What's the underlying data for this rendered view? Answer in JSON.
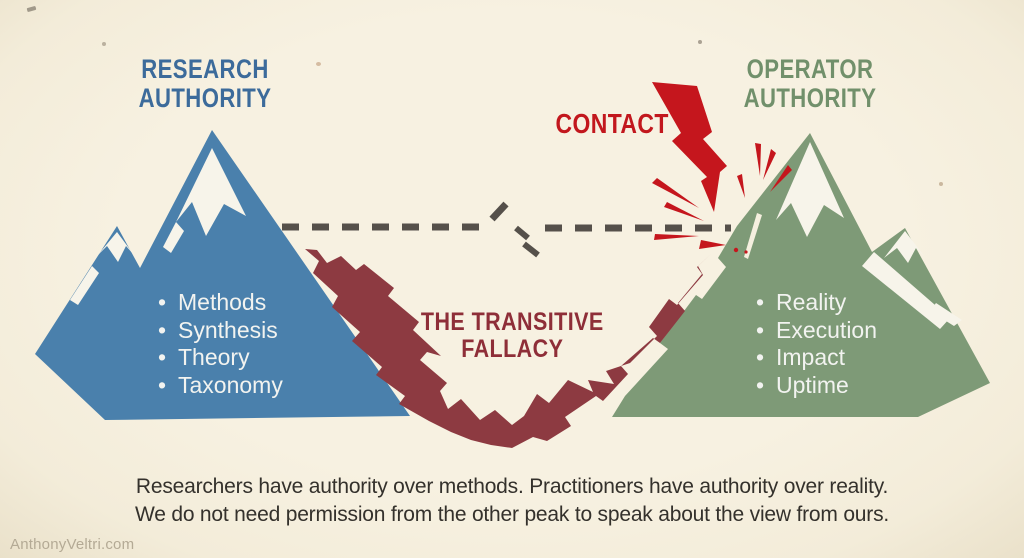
{
  "diagram_title_implied": "Two peaks of authority separated by the transitive fallacy",
  "glyphs": {
    "bullet": "•"
  },
  "colors": {
    "background": "#f5efdf",
    "mountain_blue": "#4a80ac",
    "mountain_green": "#7e9a77",
    "chasm_maroon": "#8d3a41",
    "bolt_red": "#c5161d",
    "research_title": "#3c6b9b",
    "operator_title": "#71906b",
    "contact_red": "#c2171d",
    "fallacy_maroon": "#8e2e38",
    "dashed_line": "#55504a",
    "caption_text": "#34312c",
    "watermark_text": "#b4aa95",
    "snow_white": "#f7f4ea"
  },
  "left_mountain": {
    "title_line1": "RESEARCH",
    "title_line2": "AUTHORITY",
    "items": [
      "Methods",
      "Synthesis",
      "Theory",
      "Taxonomy"
    ]
  },
  "right_mountain": {
    "title_line1": "OPERATOR",
    "title_line2": "AUTHORITY",
    "items": [
      "Reality",
      "Execution",
      "Impact",
      "Uptime"
    ]
  },
  "contact": {
    "label": "CONTACT"
  },
  "fallacy": {
    "line1": "THE TRANSITIVE",
    "line2": "FALLACY"
  },
  "caption": {
    "line1": "Researchers have authority over methods. Practitioners have authority over reality.",
    "line2": "We do not need permission from the other peak to speak about the view from ours."
  },
  "watermark": "AnthonyVeltri.com",
  "icons": {
    "lightning": "lightning-bolt-icon",
    "burst": "impact-burst-icon",
    "broken_link": "broken-dashed-line-icon",
    "snow_caps": "snow-cap-icon"
  }
}
